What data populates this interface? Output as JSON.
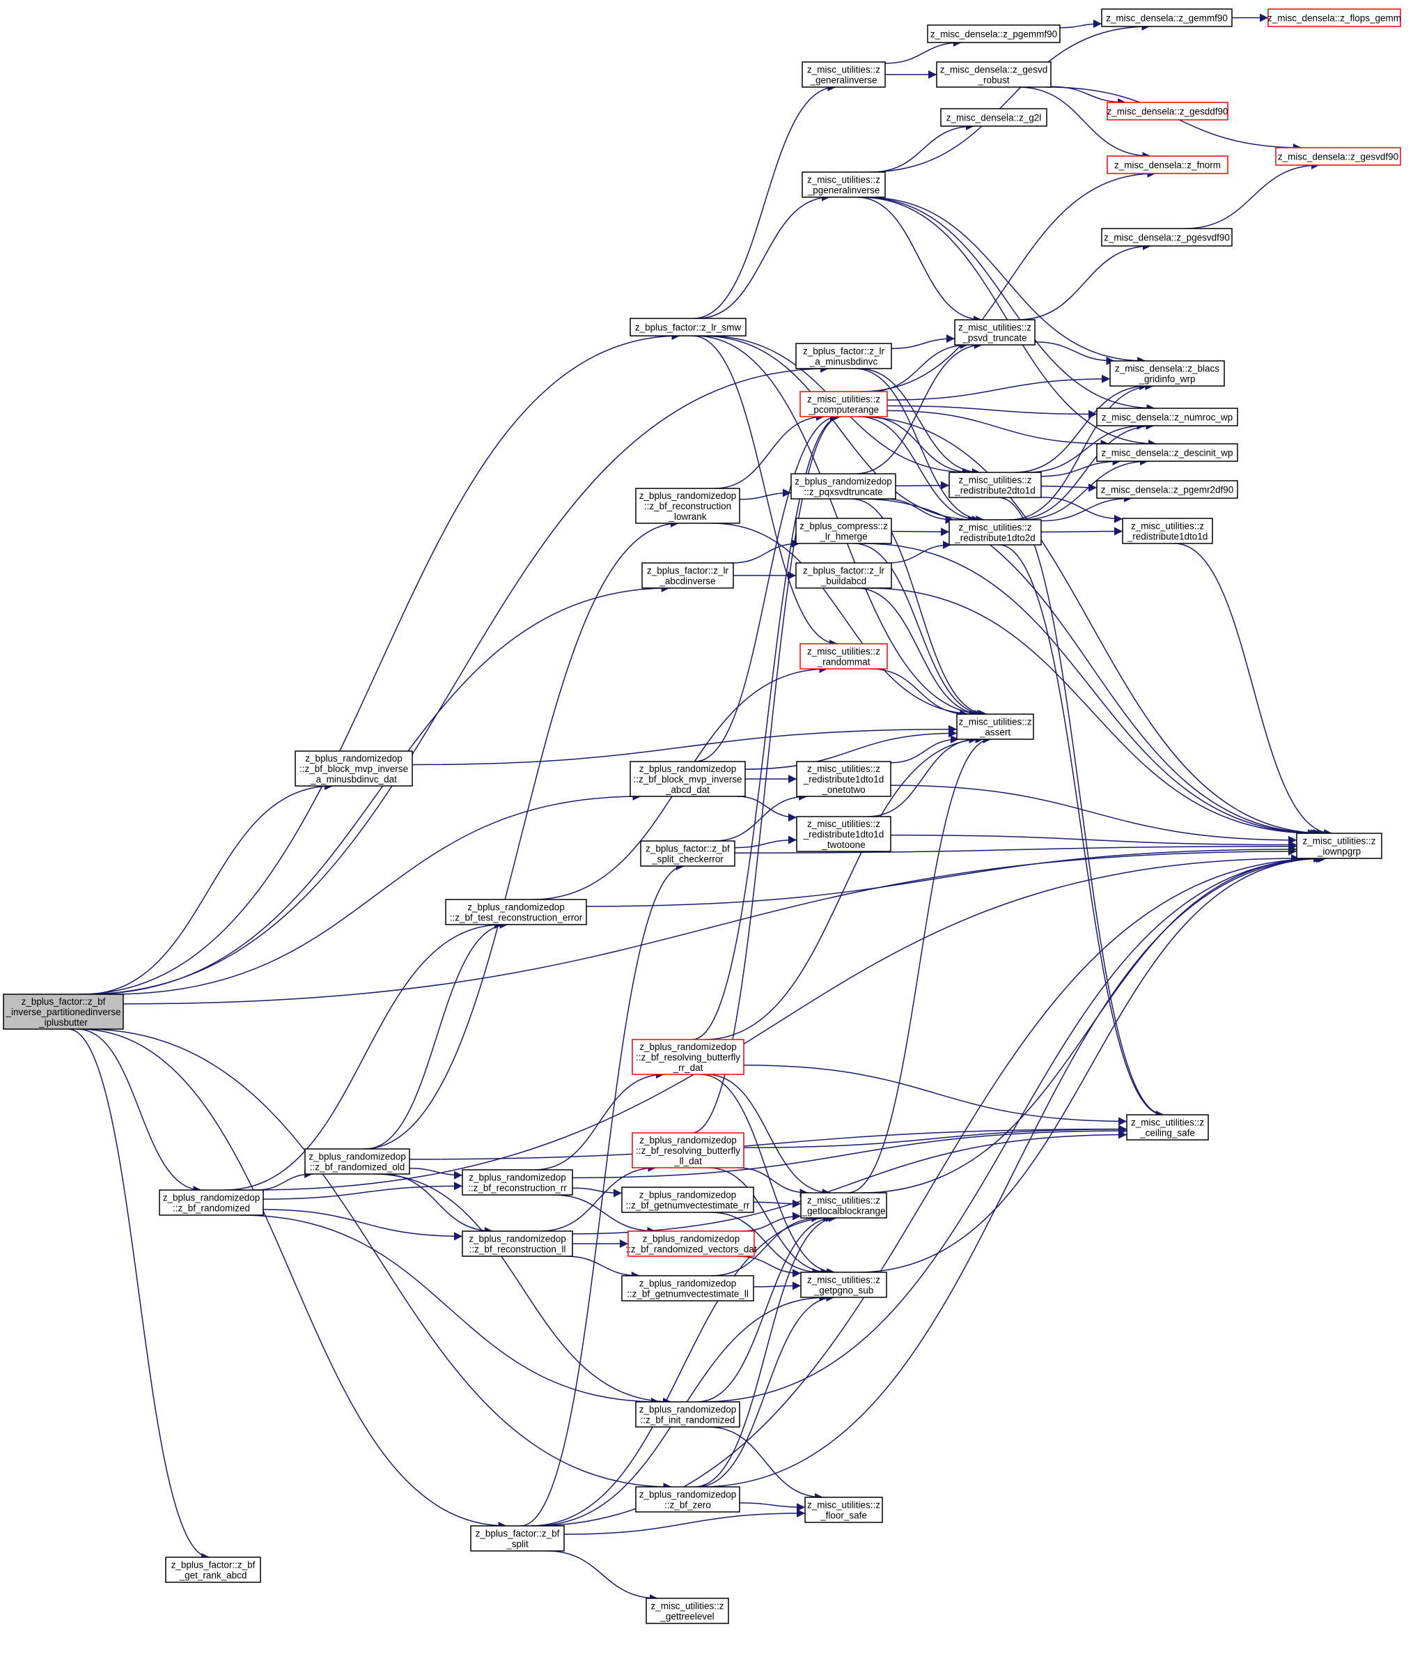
{
  "colors": {
    "edge": "#191970",
    "root_fill": "#bfbfbf",
    "highlight_border": "#ff0000"
  },
  "nodes": [
    {
      "id": "root",
      "lines": [
        "z_bplus_factor::z_bf",
        "_inverse_partitionedinverse",
        "_iplusbutter"
      ],
      "style": "root"
    },
    {
      "id": "getrank",
      "lines": [
        "z_bplus_factor::z_bf",
        "_get_rank_abcd"
      ]
    },
    {
      "id": "bfrand",
      "lines": [
        "z_bplus_randomizedop",
        "::z_bf_randomized"
      ]
    },
    {
      "id": "bfrandold",
      "lines": [
        "z_bplus_randomizedop",
        "::z_bf_randomized_old"
      ]
    },
    {
      "id": "blockmvp",
      "lines": [
        "z_bplus_randomizedop",
        "::z_bf_block_mvp_inverse",
        "_a_minusbdinvc_dat"
      ]
    },
    {
      "id": "testrec",
      "lines": [
        "z_bplus_randomizedop",
        "::z_bf_test_reconstruction_error"
      ]
    },
    {
      "id": "recrr",
      "lines": [
        "z_bplus_randomizedop",
        "::z_bf_reconstruction_rr"
      ]
    },
    {
      "id": "recll",
      "lines": [
        "z_bplus_randomizedop",
        "::z_bf_reconstruction_ll"
      ]
    },
    {
      "id": "bfsplit",
      "lines": [
        "z_bplus_factor::z_bf",
        "_split"
      ]
    },
    {
      "id": "lrsmw",
      "lines": [
        "z_bplus_factor::z_lr_smw"
      ]
    },
    {
      "id": "reclowrank",
      "lines": [
        "z_bplus_randomizedop",
        "::z_bf_reconstruction",
        "_lowrank"
      ]
    },
    {
      "id": "abcdinv",
      "lines": [
        "z_bplus_factor::z_lr",
        "_abcdinverse"
      ]
    },
    {
      "id": "blockabcd",
      "lines": [
        "z_bplus_randomizedop",
        "::z_bf_block_mvp_inverse",
        "_abcd_dat"
      ]
    },
    {
      "id": "splitcheck",
      "lines": [
        "z_bplus_factor::z_bf",
        "_split_checkerror"
      ]
    },
    {
      "id": "resrr",
      "lines": [
        "z_bplus_randomizedop",
        "::z_bf_resolving_butterfly",
        "_rr_dat"
      ],
      "style": "red"
    },
    {
      "id": "resll",
      "lines": [
        "z_bplus_randomizedop",
        "::z_bf_resolving_butterfly",
        "_ll_dat"
      ],
      "style": "red"
    },
    {
      "id": "numvecrr",
      "lines": [
        "z_bplus_randomizedop",
        "::z_bf_getnumvectestimate_rr"
      ]
    },
    {
      "id": "randvec",
      "lines": [
        "z_bplus_randomizedop",
        "::z_bf_randomized_vectors_dat"
      ],
      "style": "red"
    },
    {
      "id": "numvecll",
      "lines": [
        "z_bplus_randomizedop",
        "::z_bf_getnumvectestimate_ll"
      ]
    },
    {
      "id": "initrand",
      "lines": [
        "z_bplus_randomizedop",
        "::z_bf_init_randomized"
      ]
    },
    {
      "id": "bfzero",
      "lines": [
        "z_bplus_randomizedop",
        "::z_bf_zero"
      ]
    },
    {
      "id": "geninv",
      "lines": [
        "z_misc_utilities::z",
        "_generalinverse"
      ]
    },
    {
      "id": "pgeninv",
      "lines": [
        "z_misc_utilities::z",
        "_pgeneralinverse"
      ]
    },
    {
      "id": "lrminus",
      "lines": [
        "z_bplus_factor::z_lr",
        "_a_minusbdinvc"
      ]
    },
    {
      "id": "pcompute",
      "lines": [
        "z_misc_utilities::z",
        "_pcomputerange"
      ],
      "style": "red"
    },
    {
      "id": "pqxsvd",
      "lines": [
        "z_bplus_randomizedop",
        "::z_pqxsvdtruncate"
      ]
    },
    {
      "id": "hmerge",
      "lines": [
        "z_bplus_compress::z",
        "_lr_hmerge"
      ]
    },
    {
      "id": "buildabcd",
      "lines": [
        "z_bplus_factor::z_lr",
        "_buildabcd"
      ]
    },
    {
      "id": "randommat",
      "lines": [
        "z_misc_utilities::z",
        "_randommat"
      ],
      "style": "red"
    },
    {
      "id": "r1d1",
      "lines": [
        "z_misc_utilities::z",
        "_redistribute1dto1d",
        "_onetotwo"
      ]
    },
    {
      "id": "r1d2",
      "lines": [
        "z_misc_utilities::z",
        "_redistribute1dto1d",
        "_twotoone"
      ]
    },
    {
      "id": "getlocal",
      "lines": [
        "z_misc_utilities::z",
        "_getlocalblockrange"
      ]
    },
    {
      "id": "getpgno",
      "lines": [
        "z_misc_utilities::z",
        "_getpgno_sub"
      ]
    },
    {
      "id": "floorsafe",
      "lines": [
        "z_misc_utilities::z",
        "_floor_safe"
      ]
    },
    {
      "id": "gettree",
      "lines": [
        "z_misc_utilities::z",
        "_gettreelevel"
      ]
    },
    {
      "id": "pgemmf",
      "lines": [
        "z_misc_densela::z_pgemmf90"
      ]
    },
    {
      "id": "gesvdrob",
      "lines": [
        "z_misc_densela::z_gesvd",
        "_robust"
      ]
    },
    {
      "id": "g2l",
      "lines": [
        "z_misc_densela::z_g2l"
      ]
    },
    {
      "id": "psvd",
      "lines": [
        "z_misc_utilities::z",
        "_psvd_truncate"
      ]
    },
    {
      "id": "r2d1d",
      "lines": [
        "z_misc_utilities::z",
        "_redistribute2dto1d"
      ]
    },
    {
      "id": "r1d2d",
      "lines": [
        "z_misc_utilities::z",
        "_redistribute1dto2d"
      ]
    },
    {
      "id": "assert",
      "lines": [
        "z_misc_utilities::z",
        "_assert"
      ]
    },
    {
      "id": "gemmf",
      "lines": [
        "z_misc_densela::z_gemmf90"
      ]
    },
    {
      "id": "gesddf",
      "lines": [
        "z_misc_densela::z_gesddf90"
      ],
      "style": "red"
    },
    {
      "id": "fnorm",
      "lines": [
        "z_misc_densela::z_fnorm"
      ],
      "style": "red"
    },
    {
      "id": "pgesvdf",
      "lines": [
        "z_misc_densela::z_pgesvdf90"
      ]
    },
    {
      "id": "blacs",
      "lines": [
        "z_misc_densela::z_blacs",
        "_gridinfo_wrp"
      ]
    },
    {
      "id": "numroc",
      "lines": [
        "z_misc_densela::z_numroc_wp"
      ]
    },
    {
      "id": "descinit",
      "lines": [
        "z_misc_densela::z_descinit_wp"
      ]
    },
    {
      "id": "pgemr2d",
      "lines": [
        "z_misc_densela::z_pgemr2df90"
      ]
    },
    {
      "id": "r1dto1d",
      "lines": [
        "z_misc_utilities::z",
        "_redistribute1dto1d"
      ]
    },
    {
      "id": "ceiling",
      "lines": [
        "z_misc_utilities::z",
        "_ceiling_safe"
      ]
    },
    {
      "id": "flops",
      "lines": [
        "z_misc_densela::z_flops_gemm"
      ],
      "style": "red"
    },
    {
      "id": "gesvdf",
      "lines": [
        "z_misc_densela::z_gesvdf90"
      ],
      "style": "red"
    },
    {
      "id": "iownpgrp",
      "lines": [
        "z_misc_utilities::z",
        "_iownpgrp"
      ]
    }
  ],
  "edges": [
    [
      "root",
      "lrsmw"
    ],
    [
      "root",
      "lrminus"
    ],
    [
      "root",
      "abcdinv"
    ],
    [
      "root",
      "blockmvp"
    ],
    [
      "root",
      "blockabcd"
    ],
    [
      "root",
      "bfrand"
    ],
    [
      "root",
      "getrank"
    ],
    [
      "root",
      "bfsplit"
    ],
    [
      "root",
      "bfzero"
    ],
    [
      "root",
      "iownpgrp"
    ],
    [
      "bfrand",
      "bfrandold"
    ],
    [
      "bfrand",
      "recrr"
    ],
    [
      "bfrand",
      "recll"
    ],
    [
      "bfrand",
      "testrec"
    ],
    [
      "bfrand",
      "initrand"
    ],
    [
      "bfrand",
      "iownpgrp"
    ],
    [
      "bfrandold",
      "recrr"
    ],
    [
      "bfrandold",
      "recll"
    ],
    [
      "bfrandold",
      "testrec"
    ],
    [
      "bfrandold",
      "reclowrank"
    ],
    [
      "bfrandold",
      "initrand"
    ],
    [
      "bfrandold",
      "ceiling"
    ],
    [
      "blockmvp",
      "assert"
    ],
    [
      "testrec",
      "randommat"
    ],
    [
      "testrec",
      "iownpgrp"
    ],
    [
      "recrr",
      "resrr"
    ],
    [
      "recrr",
      "numvecrr"
    ],
    [
      "recrr",
      "randvec"
    ],
    [
      "recrr",
      "ceiling"
    ],
    [
      "recll",
      "resll"
    ],
    [
      "recll",
      "numvecll"
    ],
    [
      "recll",
      "randvec"
    ],
    [
      "recll",
      "ceiling"
    ],
    [
      "bfsplit",
      "splitcheck"
    ],
    [
      "bfsplit",
      "gettree"
    ],
    [
      "bfsplit",
      "getpgno"
    ],
    [
      "bfsplit",
      "floorsafe"
    ],
    [
      "bfsplit",
      "getlocal"
    ],
    [
      "bfsplit",
      "iownpgrp"
    ],
    [
      "lrsmw",
      "geninv"
    ],
    [
      "lrsmw",
      "pgeninv"
    ],
    [
      "lrsmw",
      "r2d1d"
    ],
    [
      "lrsmw",
      "r1d2d"
    ],
    [
      "lrsmw",
      "randommat"
    ],
    [
      "lrsmw",
      "assert"
    ],
    [
      "reclowrank",
      "pcompute"
    ],
    [
      "reclowrank",
      "pqxsvd"
    ],
    [
      "reclowrank",
      "assert"
    ],
    [
      "abcdinv",
      "hmerge"
    ],
    [
      "abcdinv",
      "buildabcd"
    ],
    [
      "blockabcd",
      "r1d1"
    ],
    [
      "blockabcd",
      "r1d2"
    ],
    [
      "blockabcd",
      "assert"
    ],
    [
      "blockabcd",
      "pcompute"
    ],
    [
      "splitcheck",
      "r1d1"
    ],
    [
      "splitcheck",
      "r1d2"
    ],
    [
      "splitcheck",
      "iownpgrp"
    ],
    [
      "resrr",
      "getlocal"
    ],
    [
      "resrr",
      "getpgno"
    ],
    [
      "resrr",
      "ceiling"
    ],
    [
      "resrr",
      "assert"
    ],
    [
      "resrr",
      "pcompute"
    ],
    [
      "resll",
      "getlocal"
    ],
    [
      "resll",
      "getpgno"
    ],
    [
      "resll",
      "ceiling"
    ],
    [
      "resll",
      "pcompute"
    ],
    [
      "numvecrr",
      "getlocal"
    ],
    [
      "numvecrr",
      "getpgno"
    ],
    [
      "randvec",
      "getlocal"
    ],
    [
      "randvec",
      "getpgno"
    ],
    [
      "numvecll",
      "getlocal"
    ],
    [
      "numvecll",
      "getpgno"
    ],
    [
      "initrand",
      "getlocal"
    ],
    [
      "initrand",
      "floorsafe"
    ],
    [
      "initrand",
      "iownpgrp"
    ],
    [
      "bfzero",
      "getlocal"
    ],
    [
      "bfzero",
      "getpgno"
    ],
    [
      "bfzero",
      "floorsafe"
    ],
    [
      "bfzero",
      "iownpgrp"
    ],
    [
      "geninv",
      "pgemmf"
    ],
    [
      "geninv",
      "gesvdrob"
    ],
    [
      "pgeninv",
      "g2l"
    ],
    [
      "pgeninv",
      "gemmf"
    ],
    [
      "pgeninv",
      "psvd"
    ],
    [
      "pgeninv",
      "blacs"
    ],
    [
      "pgeninv",
      "numroc"
    ],
    [
      "pgeninv",
      "descinit"
    ],
    [
      "lrminus",
      "psvd"
    ],
    [
      "lrminus",
      "r2d1d"
    ],
    [
      "lrminus",
      "r1d2d"
    ],
    [
      "pcompute",
      "psvd"
    ],
    [
      "pcompute",
      "blacs"
    ],
    [
      "pcompute",
      "numroc"
    ],
    [
      "pcompute",
      "descinit"
    ],
    [
      "pcompute",
      "fnorm"
    ],
    [
      "pcompute",
      "r2d1d"
    ],
    [
      "pcompute",
      "r1d2d"
    ],
    [
      "pcompute",
      "iownpgrp"
    ],
    [
      "pqxsvd",
      "r2d1d"
    ],
    [
      "pqxsvd",
      "r1d2d"
    ],
    [
      "pqxsvd",
      "psvd"
    ],
    [
      "pqxsvd",
      "assert"
    ],
    [
      "pqxsvd",
      "iownpgrp"
    ],
    [
      "hmerge",
      "r1d2d"
    ],
    [
      "hmerge",
      "assert"
    ],
    [
      "hmerge",
      "iownpgrp"
    ],
    [
      "buildabcd",
      "r1d2d"
    ],
    [
      "buildabcd",
      "assert"
    ],
    [
      "buildabcd",
      "iownpgrp"
    ],
    [
      "randommat",
      "assert"
    ],
    [
      "r1d1",
      "assert"
    ],
    [
      "r1d1",
      "iownpgrp"
    ],
    [
      "r1d2",
      "assert"
    ],
    [
      "r1d2",
      "iownpgrp"
    ],
    [
      "getlocal",
      "assert"
    ],
    [
      "getlocal",
      "iownpgrp"
    ],
    [
      "getpgno",
      "iownpgrp"
    ],
    [
      "psvd",
      "pgesvdf"
    ],
    [
      "psvd",
      "blacs"
    ],
    [
      "r2d1d",
      "blacs"
    ],
    [
      "r2d1d",
      "numroc"
    ],
    [
      "r2d1d",
      "descinit"
    ],
    [
      "r2d1d",
      "pgemr2d"
    ],
    [
      "r2d1d",
      "r1dto1d"
    ],
    [
      "r2d1d",
      "ceiling"
    ],
    [
      "r1d2d",
      "blacs"
    ],
    [
      "r1d2d",
      "numroc"
    ],
    [
      "r1d2d",
      "descinit"
    ],
    [
      "r1d2d",
      "pgemr2d"
    ],
    [
      "r1d2d",
      "r1dto1d"
    ],
    [
      "r1d2d",
      "ceiling"
    ],
    [
      "pgemmf",
      "gemmf"
    ],
    [
      "gemmf",
      "flops"
    ],
    [
      "gesvdrob",
      "gesddf"
    ],
    [
      "gesvdrob",
      "gesvdf"
    ],
    [
      "gesvdrob",
      "fnorm"
    ],
    [
      "pgesvdf",
      "gesvdf"
    ],
    [
      "r1dto1d",
      "iownpgrp"
    ]
  ]
}
